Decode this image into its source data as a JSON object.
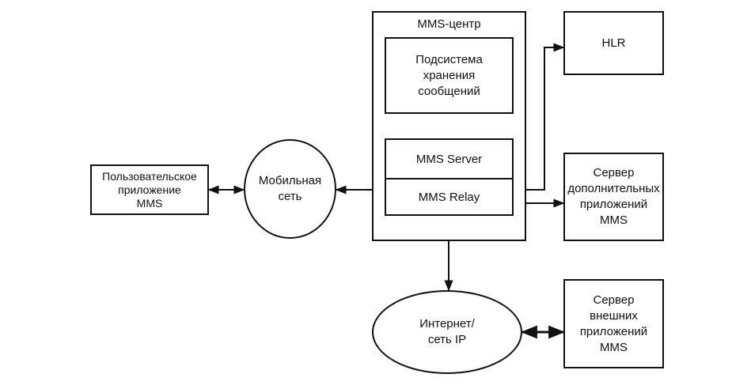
{
  "nodes": {
    "user_app": "Пользовательское\nприложение\nMMS",
    "mobile_net": "Мобильная\nсеть",
    "mms_center": "MMS-центр",
    "storage": "Подсистема\nхранения\nсообщений",
    "mms_server": "MMS Server",
    "mms_relay": "MMS Relay",
    "hlr": "HLR",
    "extra_apps": "Сервер\nдополнительных\nприложений\nMMS",
    "internet": "Интернет/\nсеть IP",
    "external_apps": "Сервер\nвнешних\nприложений\nMMS"
  }
}
